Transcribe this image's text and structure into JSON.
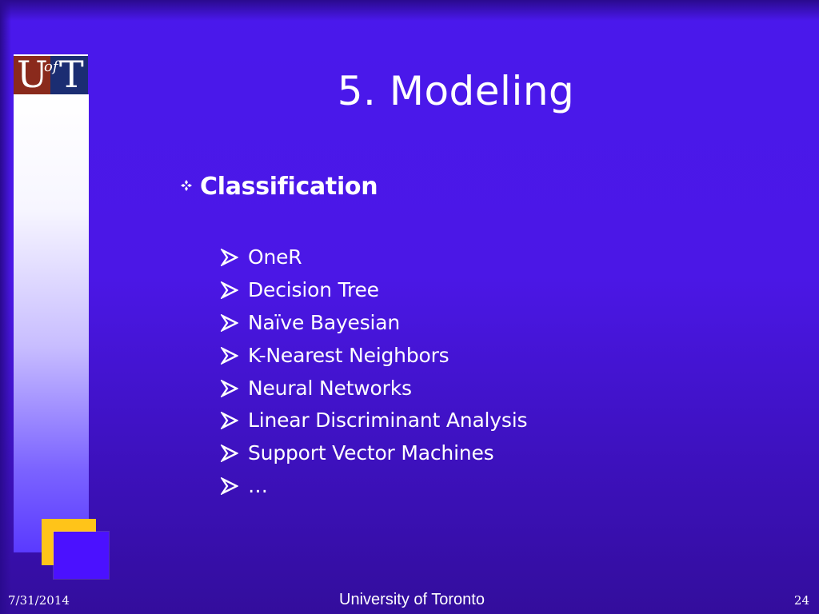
{
  "slide": {
    "title": "5. Modeling",
    "section_title": "Classification",
    "bullets": [
      "OneR",
      "Decision Tree",
      "Naïve Bayesian",
      "K-Nearest Neighbors",
      "Neural Networks",
      "Linear Discriminant Analysis",
      "Support Vector Machines",
      "…"
    ]
  },
  "logo": {
    "letter_left": "U",
    "letter_middle": "of",
    "letter_right": "T"
  },
  "footer": {
    "date": "7/31/2014",
    "center": "University of Toronto",
    "page_number": "24"
  },
  "icons": {
    "section_bullet": "four-diamond-bullet-icon",
    "list_bullet": "arrowhead-bullet-icon"
  },
  "colors": {
    "background": "#4a18ec",
    "accent_yellow": "#ffc419",
    "logo_red": "#8a2a1c",
    "logo_navy": "#1b2d72",
    "text": "#ffffff"
  }
}
